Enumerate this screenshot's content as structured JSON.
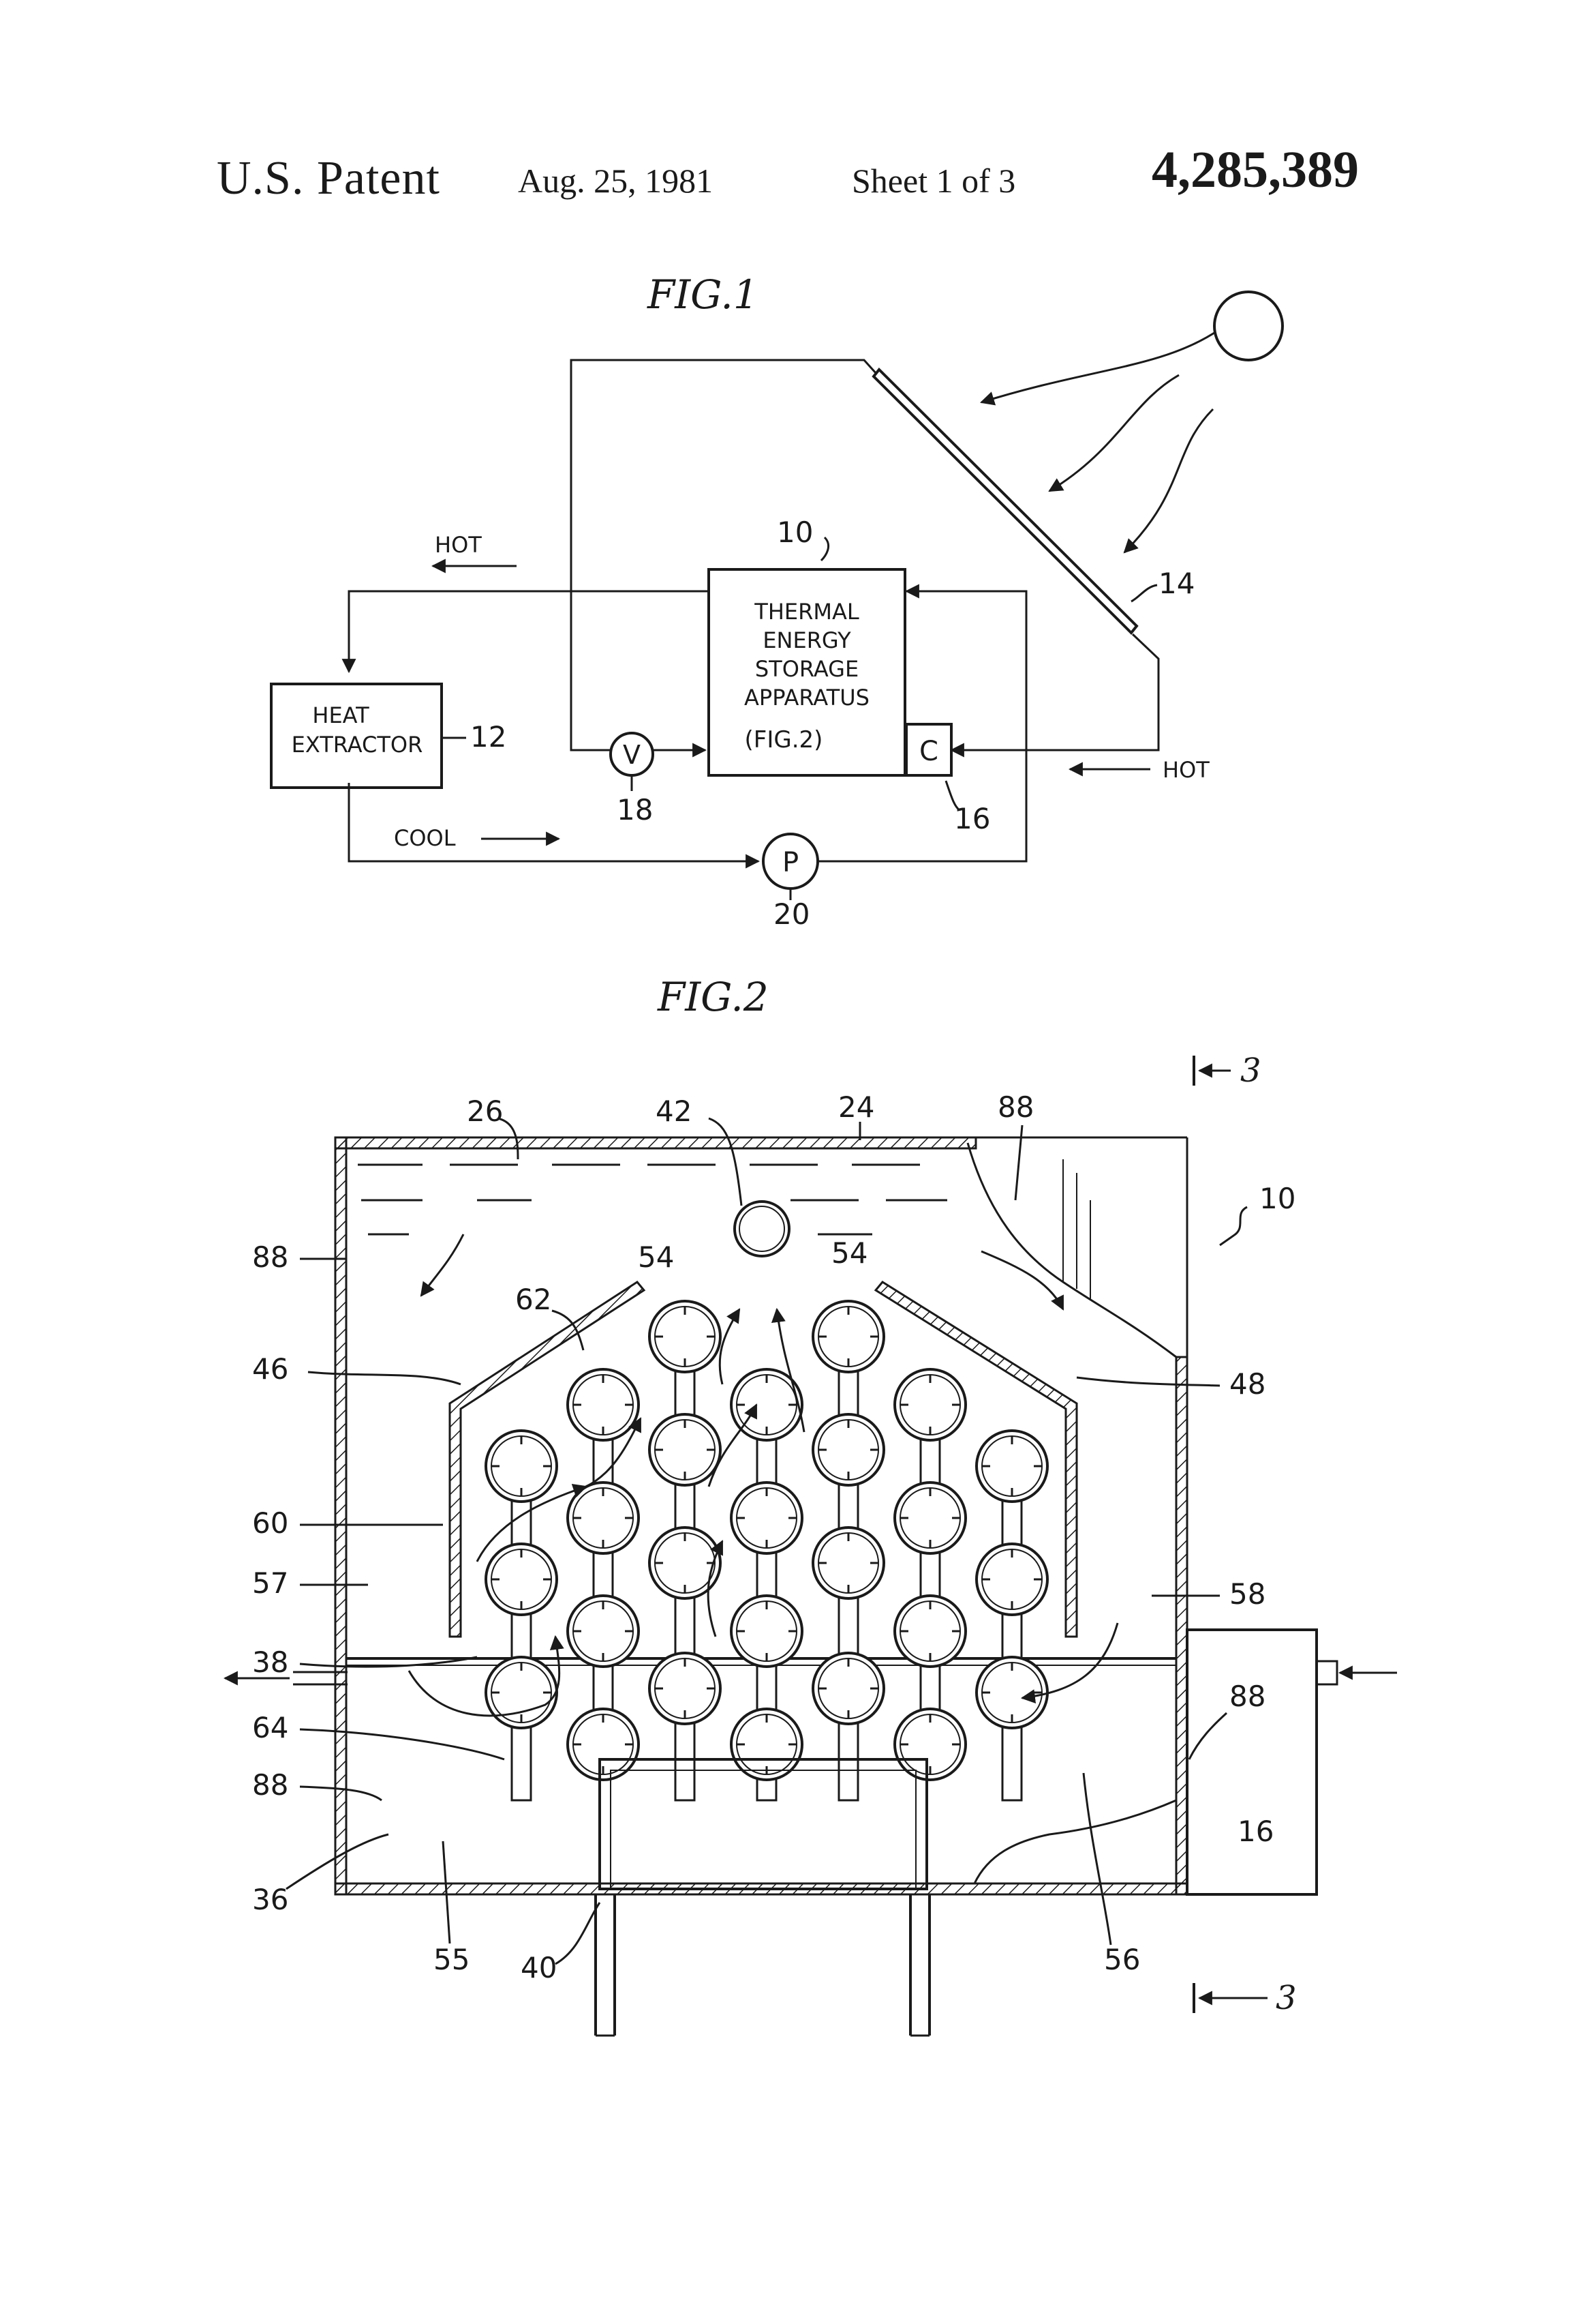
{
  "header": {
    "patent_label": "U.S. Patent",
    "date": "Aug. 25, 1981",
    "sheet": "Sheet 1 of 3",
    "patent_number": "4,285,389"
  },
  "fig1": {
    "title": "FIG.1",
    "storage_box": {
      "line1": "THERMAL",
      "line2": "ENERGY",
      "line3": "STORAGE",
      "line4": "APPARATUS",
      "line5": "(FIG.2)"
    },
    "heat_extractor": {
      "line1": "HEAT",
      "line2": "EXTRACTOR"
    },
    "flow_labels": {
      "hot_top": "HOT",
      "hot_right": "HOT",
      "cool": "COOL"
    },
    "symbols": {
      "valve": "V",
      "pump": "P",
      "controller": "C"
    },
    "refs": {
      "storage": "10",
      "extractor": "12",
      "collector": "14",
      "controller": "16",
      "valve": "18",
      "pump": "20"
    }
  },
  "fig2": {
    "title": "FIG.2",
    "section_marker": "3",
    "refs": {
      "r26": "26",
      "r42": "42",
      "r24": "24",
      "r88": "88",
      "r10": "10",
      "r54": "54",
      "r62": "62",
      "r46": "46",
      "r48": "48",
      "r60": "60",
      "r57": "57",
      "r58": "58",
      "r38": "38",
      "r64": "64",
      "r36": "36",
      "r16": "16",
      "r55": "55",
      "r40": "40",
      "r56": "56"
    }
  }
}
